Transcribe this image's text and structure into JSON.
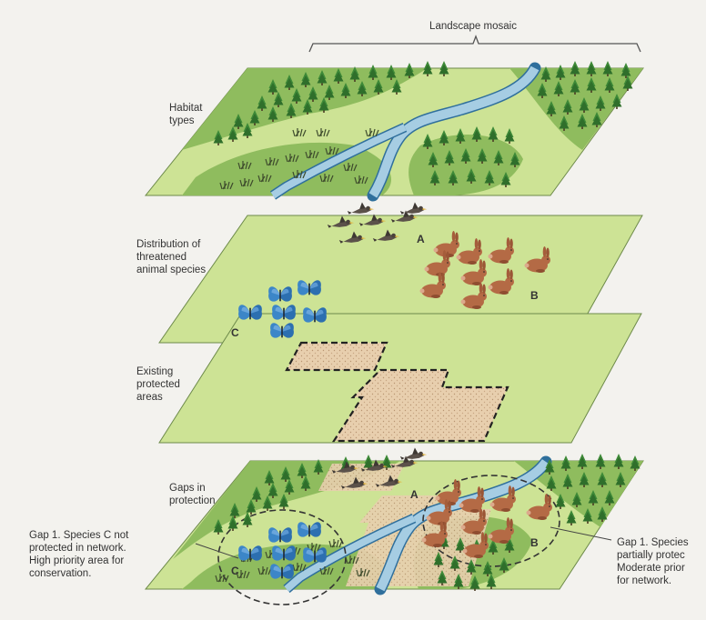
{
  "labels": {
    "landscape_mosaic": "Landscape mosaic",
    "habitat_types": "Habitat\ntypes",
    "distribution": "Distribution of\nthreatened\nanimal species",
    "protected_areas": "Existing\nprotected\nareas",
    "gaps": "Gaps in\nprotection",
    "gap_left": "Gap 1. Species C not\nprotected in network.\nHigh priority area for\nconservation.",
    "gap_right": "Gap 1. Species\npartially protec\nModerate prior\nfor network."
  },
  "markers": {
    "a": "A",
    "b": "B",
    "c": "C"
  },
  "colors": {
    "grassland": "#cde395",
    "forest_patch": "#8fbc5e",
    "tree": "#2f6f2b",
    "river": "#a6cde3",
    "protected_area": "#e8cfae",
    "bird": "#5b514a",
    "rabbit": "#b46a45",
    "butterfly": "#3c86c8"
  },
  "icons": [
    "conifer-tree-icon",
    "reed-clump-icon",
    "bird-icon",
    "rabbit-icon",
    "butterfly-icon"
  ]
}
